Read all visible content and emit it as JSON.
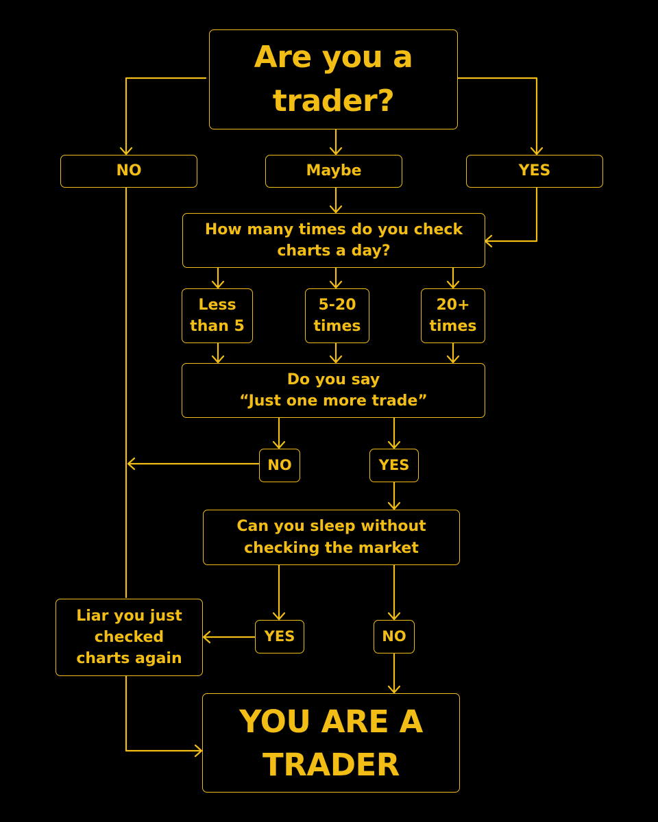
{
  "colors": {
    "background": "#000000",
    "accent": "#f2be16"
  },
  "nodes": {
    "start": "Are you a\ntrader?",
    "no_top": "NO",
    "maybe": "Maybe",
    "yes_top": "YES",
    "check_charts": "How many times do you check\ncharts a day?",
    "less_than_5": "Less\nthan 5",
    "five_to_twenty": "5-20\ntimes",
    "twenty_plus": "20+\ntimes",
    "one_more_trade": "Do you say\n“Just one more trade”",
    "no_middle": "NO",
    "yes_middle": "YES",
    "sleep": "Can you sleep without\nchecking the market",
    "liar": "Liar you just\nchecked\ncharts again",
    "yes_bottom": "YES",
    "no_bottom": "NO",
    "result": "YOU ARE A\nTRADER"
  }
}
